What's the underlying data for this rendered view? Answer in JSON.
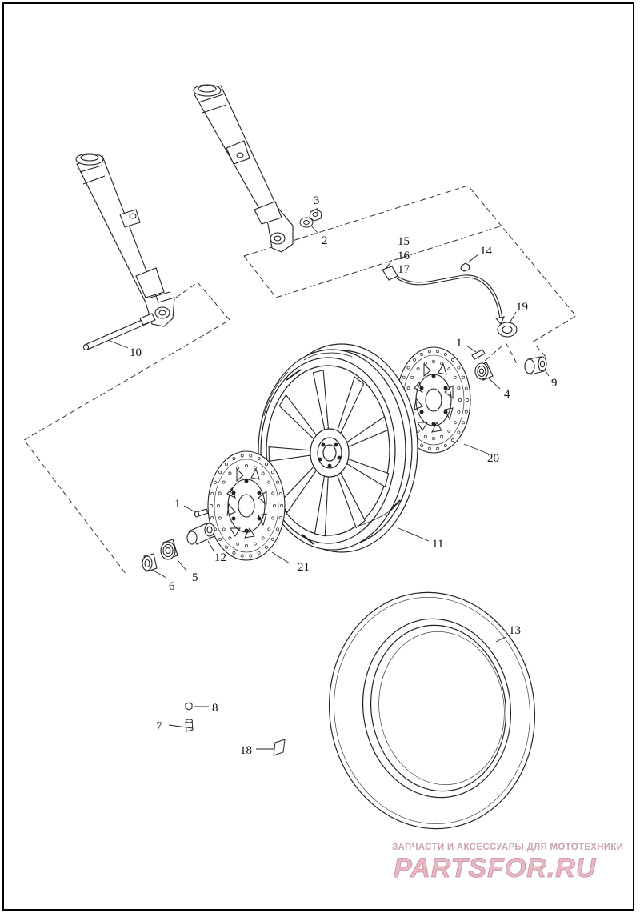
{
  "diagram": {
    "callouts": {
      "c1a": "1",
      "c1b": "1",
      "c2": "2",
      "c3": "3",
      "c4": "4",
      "c5": "5",
      "c6": "6",
      "c7": "7",
      "c8": "8",
      "c9": "9",
      "c10": "10",
      "c11": "11",
      "c12": "12",
      "c13": "13",
      "c14": "14",
      "c15": "15",
      "c16": "16",
      "c17": "17",
      "c18": "18",
      "c19": "19",
      "c20": "20",
      "c21": "21"
    }
  },
  "watermark": {
    "tagline": "ЗАПЧАСТИ И АКСЕССУАРЫ ДЛЯ МОТОТЕХНИКИ",
    "logo": "PARTSFOR.RU"
  }
}
